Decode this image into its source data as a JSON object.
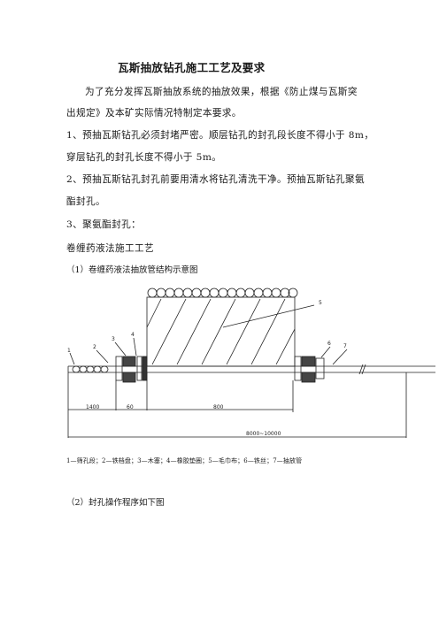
{
  "title": "瓦斯抽放钻孔施工工艺及要求",
  "intro_line1": "为了充分发挥瓦斯抽放系统的抽放效果，根据《防止煤与瓦斯突",
  "intro_line2": "出规定》及本矿实际情况特制定本要求。",
  "item1_line1": "1、预抽瓦斯钻孔必须封堵严密。顺层钻孔的封孔段长度不得小于 8m，",
  "item1_line2": "穿层钻孔的封孔长度不得小于 5m。",
  "item2_line1": "2、预抽瓦斯钻孔封孔前要用清水将钻孔清洗干净。预抽瓦斯钻孔聚氨",
  "item2_line2": "酯封孔。",
  "item3": "3、聚氨酯封孔：",
  "subheading": "卷缠药液法施工工艺",
  "fig_caption": "（1）卷缠药液法抽放管结构示意图",
  "diagram": {
    "labels": [
      "1",
      "2",
      "3",
      "4",
      "5",
      "6",
      "7"
    ],
    "dims": [
      "1400",
      "60",
      "800",
      "8000~10000"
    ]
  },
  "legend": "1—筛孔段；2—铁档盘；3—木塞；4—橡胶垫圈；5—毛巾布；6—铁丝；7—抽放管",
  "step2": "（2）封孔操作程序如下图"
}
